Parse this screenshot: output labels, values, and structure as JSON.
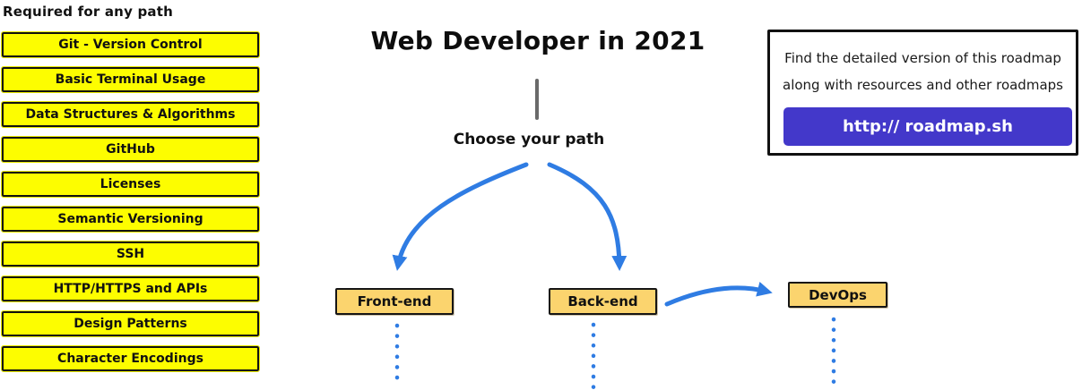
{
  "left_panel": {
    "header": "Required for any path",
    "items": [
      "Git - Version Control",
      "Basic Terminal Usage",
      "Data Structures & Algorithms",
      "GitHub",
      "Licenses",
      "Semantic Versioning",
      "SSH",
      "HTTP/HTTPS and APIs",
      "Design Patterns",
      "Character Encodings"
    ]
  },
  "center": {
    "title": "Web Developer in 2021",
    "choose_label": "Choose your path",
    "paths": [
      {
        "label": "Front-end"
      },
      {
        "label": "Back-end"
      },
      {
        "label": "DevOps"
      }
    ]
  },
  "info_box": {
    "line1": "Find the detailed version of this roadmap",
    "line2": "along with resources and other roadmaps",
    "button_label": "http:// roadmap.sh"
  },
  "colors": {
    "topic_box_bg": "#fdfd00",
    "path_box_bg": "#fbd46e",
    "arrow_blue": "#2f7ce3",
    "button_bg": "#4338ca",
    "button_text": "#ffffff",
    "connector_gray": "#6a6a6a",
    "border_black": "#111111",
    "page_bg": "#ffffff"
  }
}
